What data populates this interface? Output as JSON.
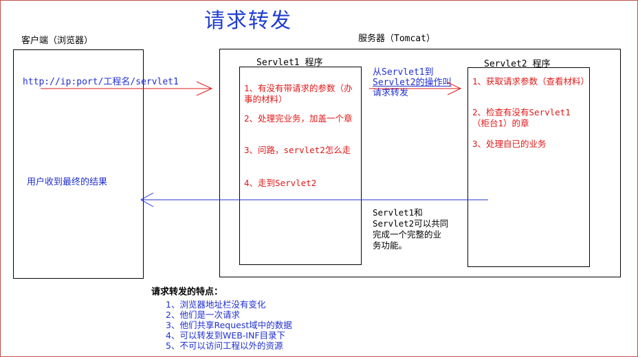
{
  "title": "请求转发",
  "client": {
    "label": "客户端（浏览器）",
    "url": "http://ip:port/工程名/servlet1",
    "result_text": "用户收到最终的结果"
  },
  "server": {
    "label": "服务器（Tomcat）"
  },
  "servlet1": {
    "label": "Servlet1 程序",
    "steps": [
      "1、有没有带请求的参数（办事的材料）",
      "2、处理完业务，加盖一个章",
      "3、问路，servlet2怎么走",
      "4、走到Servlet2"
    ]
  },
  "servlet2": {
    "label": "Servlet2 程序",
    "steps": [
      "1、获取请求参数（查看材料）",
      "2、检查有没有Servlet1（柜台1）的章",
      "3、处理自已的业务"
    ]
  },
  "forward_note": {
    "lines": [
      "从Servlet1到",
      "Servlet2的操作叫",
      "请求转发"
    ]
  },
  "shared_note": {
    "lines": [
      "Servlet1和",
      "Servlet2可以共同",
      "完成一个完整的业",
      "务功能。"
    ]
  },
  "features": {
    "title": "请求转发的特点：",
    "items": [
      "1、浏览器地址栏没有变化",
      "2、他们是一次请求",
      "3、他们共享Request域中的数据",
      "4、可以转发到WEB-INF目录下",
      "5、不可以访问工程以外的资源"
    ]
  },
  "colors": {
    "title": "#1f3dcf",
    "red_arrow": "#e01818",
    "blue_arrow": "#1f2fd0"
  }
}
